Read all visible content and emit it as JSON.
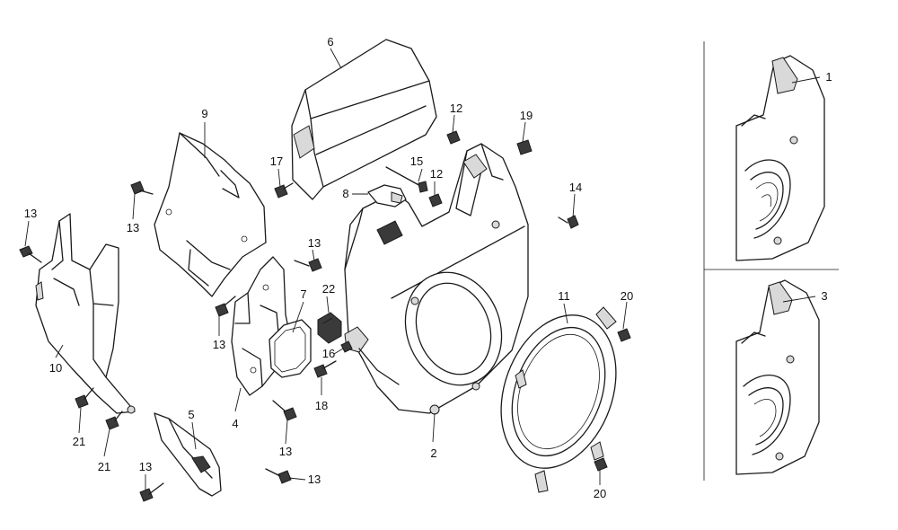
{
  "callouts": [
    {
      "id": "c1",
      "text": "1"
    },
    {
      "id": "c2",
      "text": "2"
    },
    {
      "id": "c3",
      "text": "3"
    },
    {
      "id": "c4",
      "text": "4"
    },
    {
      "id": "c5",
      "text": "5"
    },
    {
      "id": "c6",
      "text": "6"
    },
    {
      "id": "c7",
      "text": "7"
    },
    {
      "id": "c8",
      "text": "8"
    },
    {
      "id": "c9",
      "text": "9"
    },
    {
      "id": "c10",
      "text": "10"
    },
    {
      "id": "c11",
      "text": "11"
    },
    {
      "id": "c12a",
      "text": "12"
    },
    {
      "id": "c12b",
      "text": "12"
    },
    {
      "id": "c13a",
      "text": "13"
    },
    {
      "id": "c13b",
      "text": "13"
    },
    {
      "id": "c13c",
      "text": "13"
    },
    {
      "id": "c13d",
      "text": "13"
    },
    {
      "id": "c13e",
      "text": "13"
    },
    {
      "id": "c13f",
      "text": "13"
    },
    {
      "id": "c13g",
      "text": "13"
    },
    {
      "id": "c14",
      "text": "14"
    },
    {
      "id": "c15",
      "text": "15"
    },
    {
      "id": "c16",
      "text": "16"
    },
    {
      "id": "c17",
      "text": "17"
    },
    {
      "id": "c18",
      "text": "18"
    },
    {
      "id": "c19",
      "text": "19"
    },
    {
      "id": "c20a",
      "text": "20"
    },
    {
      "id": "c20b",
      "text": "20"
    },
    {
      "id": "c21a",
      "text": "21"
    },
    {
      "id": "c21b",
      "text": "21"
    },
    {
      "id": "c22",
      "text": "22"
    }
  ]
}
